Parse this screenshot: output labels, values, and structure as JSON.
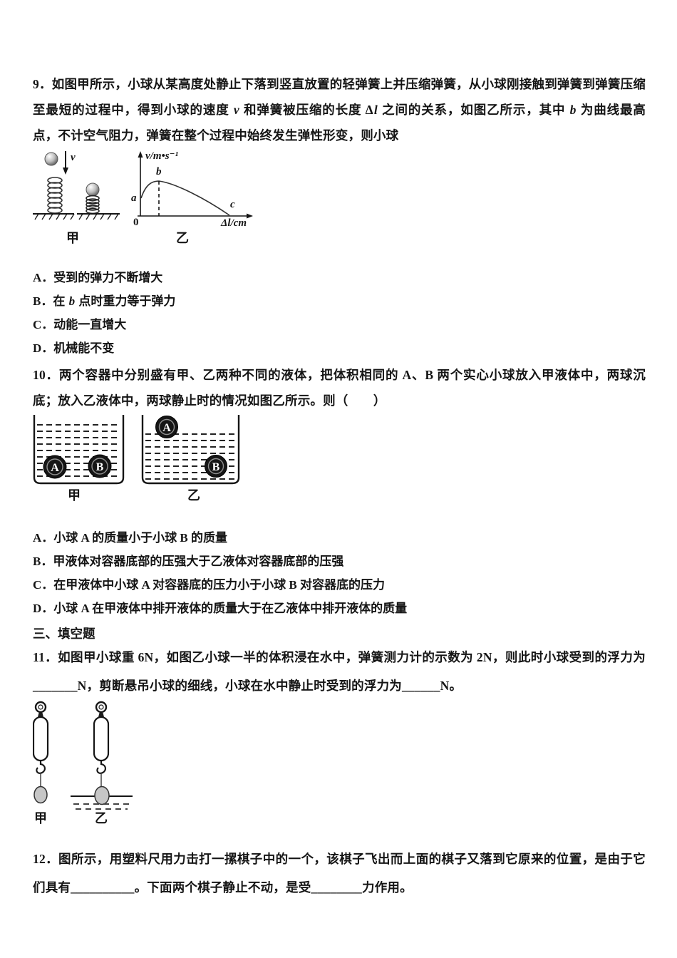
{
  "section3_title": "三、填空题",
  "q9": {
    "body": [
      {
        "t": "9．如图甲所示，小球从某高度处静止下落到竖直放置的轻弹簧上并压缩弹簧，从小球刚接触到弹簧到弹簧压缩至最短的过程中，得到小球的速度 "
      },
      {
        "t": "v",
        "i": true
      },
      {
        "t": " 和弹簧被压缩的长度 Δ"
      },
      {
        "t": "l",
        "i": true
      },
      {
        "t": " 之间的关系，如图乙所示，其中 "
      },
      {
        "t": "b",
        "i": true
      },
      {
        "t": " 为曲线最高点，不计空气阻力，弹簧在整个过程中始终发生弹性形变，则小球"
      }
    ],
    "figure": {
      "v_label": "v",
      "y_axis_label": "v/m•s⁻¹",
      "x_axis_label": "Δl/cm",
      "origin_label": "0",
      "point_a": "a",
      "point_b": "b",
      "point_c": "c",
      "caption_jia": "甲",
      "caption_yi": "乙"
    },
    "options": [
      [
        {
          "t": "A．受到的弹力不断增大"
        }
      ],
      [
        {
          "t": "B．在 "
        },
        {
          "t": "b",
          "i": true
        },
        {
          "t": " 点时重力等于弹力"
        }
      ],
      [
        {
          "t": "C．动能一直增大"
        }
      ],
      [
        {
          "t": "D．机械能不变"
        }
      ]
    ]
  },
  "q10": {
    "body": [
      {
        "t": "10．两个容器中分别盛有甲、乙两种不同的液体，把体积相同的 A、B 两个实心小球放入甲液体中，两球沉底；放入乙液体中，两球静止时的情况如图乙所示。则（　　）"
      }
    ],
    "figure": {
      "ball_a": "A",
      "ball_b": "B",
      "caption_jia": "甲",
      "caption_yi": "乙"
    },
    "options": [
      [
        {
          "t": "A．小球 A 的质量小于小球 B 的质量"
        }
      ],
      [
        {
          "t": "B．甲液体对容器底部的压强大于乙液体对容器底部的压强"
        }
      ],
      [
        {
          "t": "C．在甲液体中小球 A 对容器底的压力小于小球 B 对容器底的压力"
        }
      ],
      [
        {
          "t": "D．小球 A 在甲液体中排开液体的质量大于在乙液体中排开液体的质量"
        }
      ]
    ]
  },
  "q11": {
    "body": [
      {
        "t": "11．如图甲小球重 6N，如图乙小球一半的体积浸在水中，弹簧测力计的示数为 2N，则此时小球受到的浮力为_______N，剪断悬吊小球的细线，小球在水中静止时受到的浮力为______N。"
      }
    ],
    "figure": {
      "caption_jia": "甲",
      "caption_yi": "乙"
    }
  },
  "q12": {
    "body": [
      {
        "t": "12．图所示，用塑料尺用力击打一摞棋子中的一个，该棋子飞出而上面的棋子又落到它原来的位置，是由于它们具有__________。下面两个棋子静止不动，是受________力作用。"
      }
    ]
  }
}
